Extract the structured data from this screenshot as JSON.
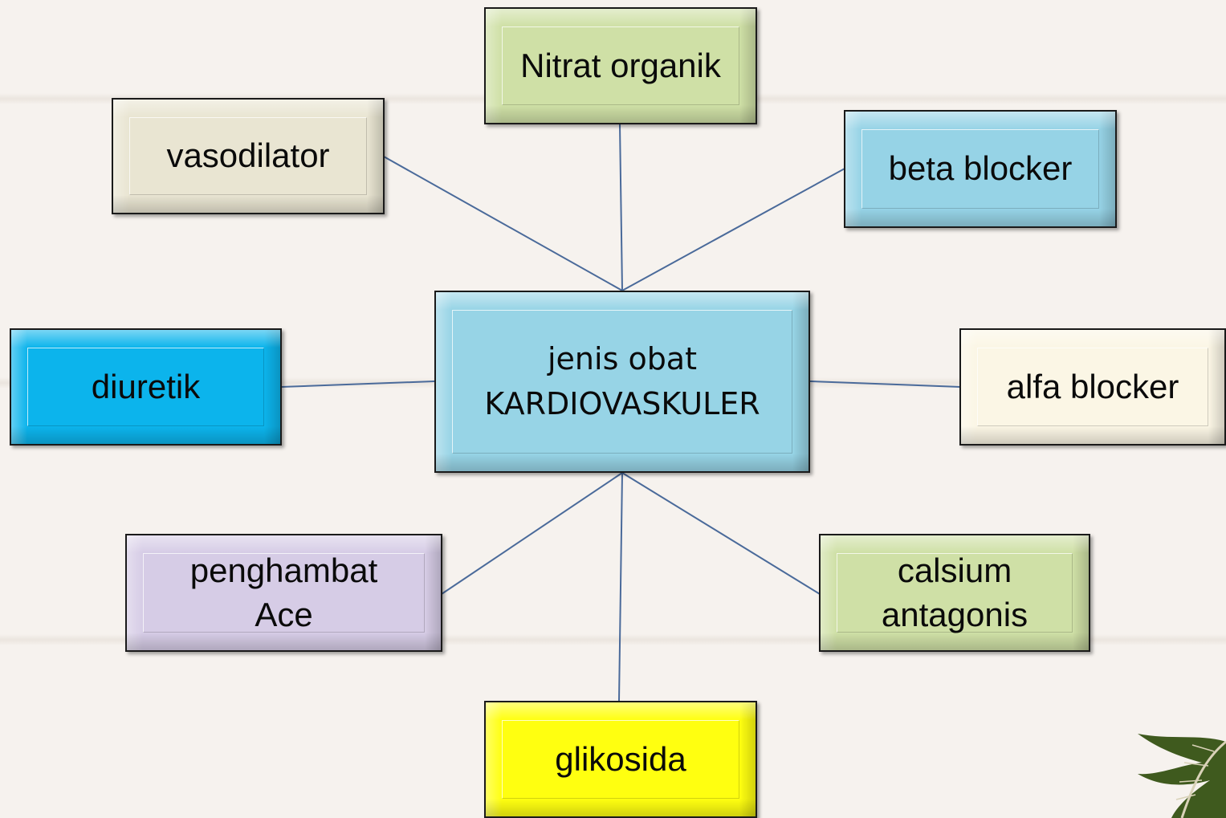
{
  "diagram": {
    "center": {
      "lines": [
        "jenis obat",
        "KARDIOVASKULER"
      ],
      "color": "#97d4e6"
    },
    "nodes": [
      {
        "id": "nitrat",
        "text": "Nitrat organik",
        "color": "#cfe0a6"
      },
      {
        "id": "vasodilator",
        "text": "vasodilator",
        "color": "#e9e5d2"
      },
      {
        "id": "beta",
        "text": "beta blocker",
        "color": "#96d3e6"
      },
      {
        "id": "diuretik",
        "text": "diuretik",
        "color": "#0cb4ec"
      },
      {
        "id": "alfa",
        "text": "alfa blocker",
        "color": "#fbf6e5"
      },
      {
        "id": "ace",
        "text": "penghambat Ace",
        "color": "#d6cce6"
      },
      {
        "id": "calsium",
        "text": "calsium antagonis",
        "color": "#cfe0a6"
      },
      {
        "id": "glikosida",
        "text": "glikosida",
        "color": "#ffff10"
      }
    ],
    "connector_color": "#4a6a9a"
  }
}
